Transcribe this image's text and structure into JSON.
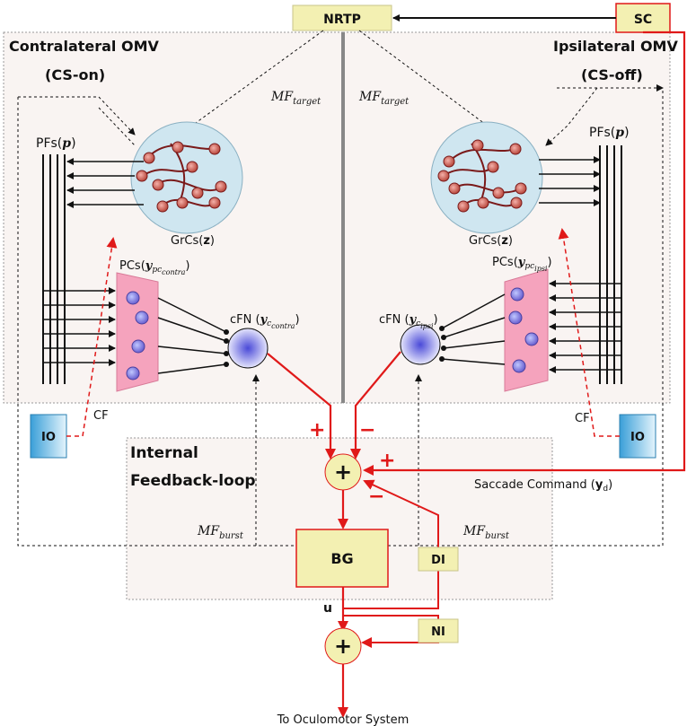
{
  "boxes": {
    "nrtp": "NRTP",
    "sc": "SC",
    "bg": "BG",
    "di": "DI",
    "ni": "NI",
    "io_left": "IO",
    "io_right": "IO"
  },
  "regions": {
    "contra_title": "Contralateral OMV",
    "contra_sub": "(CS-on)",
    "ipsi_title": "Ipsilateral OMV",
    "ipsi_sub": "(CS-off)",
    "internal_1": "Internal",
    "internal_2": "Feedback-loop"
  },
  "labels": {
    "mf_target": "MF",
    "mf_target_sub": "target",
    "mf_burst": "MF",
    "mf_burst_sub": "burst",
    "pfs": "PFs(",
    "pfs_var": "p",
    "grcs": "GrCs(",
    "grcs_var": "z",
    "close_paren": ")",
    "pcs": "PCs(",
    "pcs_var": "y",
    "pc_sub": "pc",
    "contra_sub": "contra",
    "ipsi_sub": "ipsi",
    "cfn": "cFN (",
    "cfn_var": "y",
    "cfn_contra_sub": "c",
    "cfn_ipsi_sub": "c",
    "cf": "CF",
    "saccade": "Saccade Command (",
    "saccade_var": "y",
    "saccade_sub": "d",
    "u": "u",
    "plus_sign": "+",
    "minus_sign": "−",
    "sum_symbol": "+",
    "to_oculomotor": "To Oculomotor System"
  },
  "colors": {
    "signal_red": "#e01919",
    "box_fill": "#f3f0b2",
    "grc_fill": "#cfe6f0",
    "pc_fill": "#f5a3bd",
    "region_fill": "#f9f4f2",
    "io_fill": "#5fb6e3"
  }
}
